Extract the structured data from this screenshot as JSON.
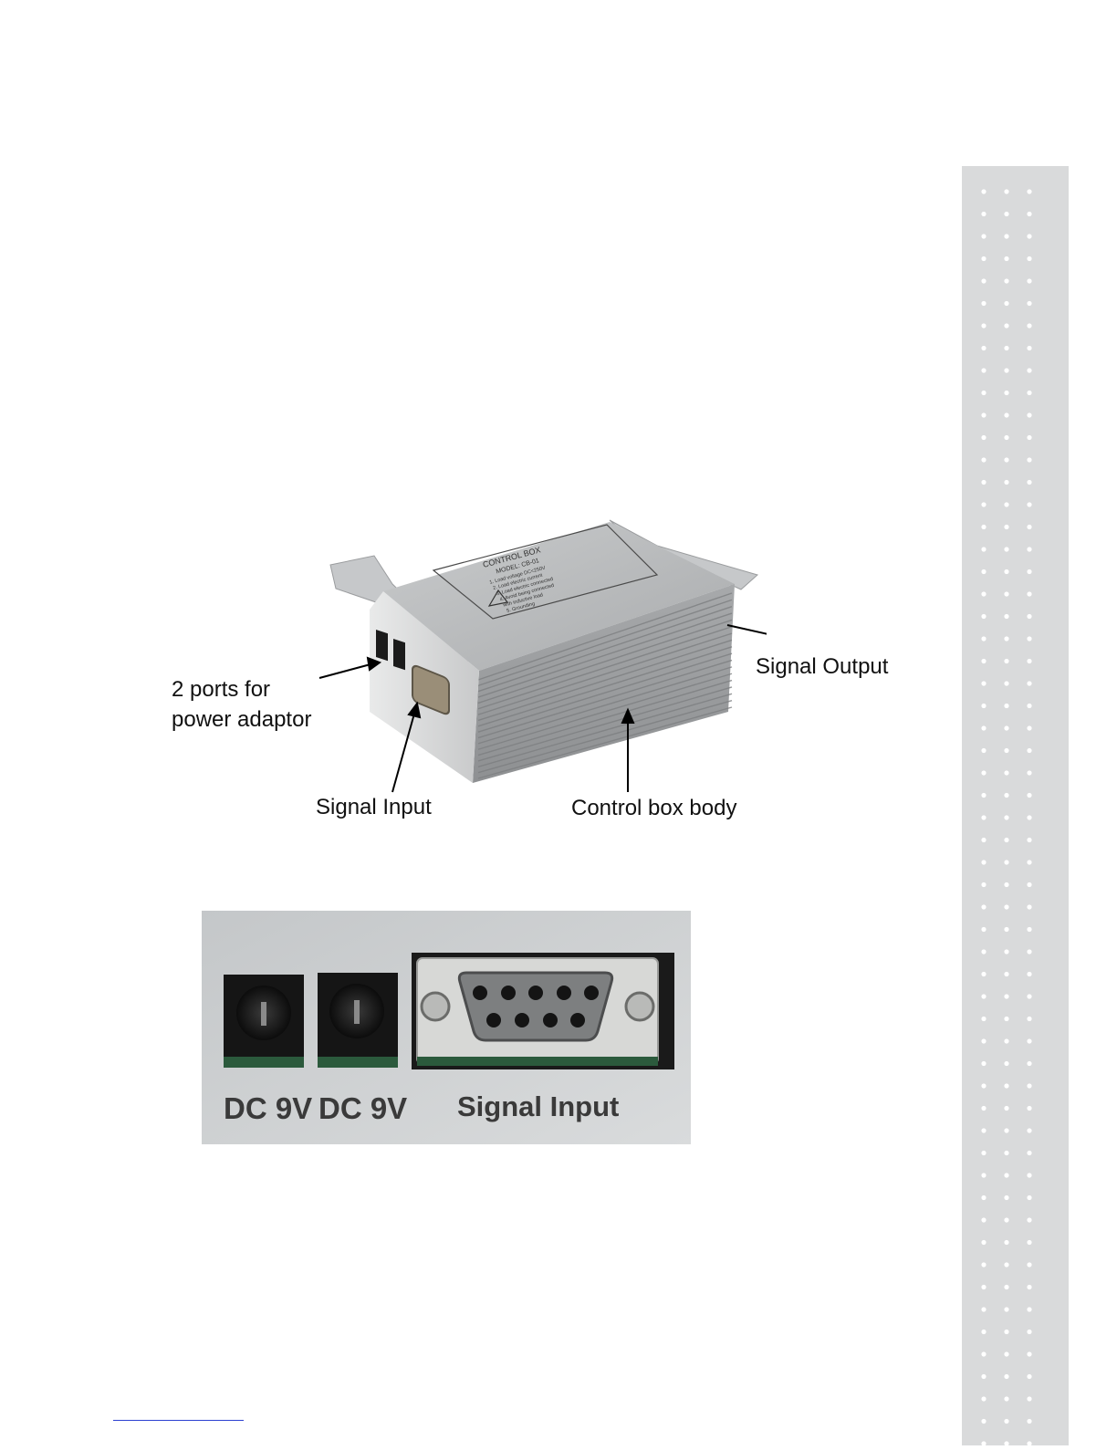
{
  "callouts": {
    "power_ports": [
      "2 ports for",
      "power adaptor"
    ],
    "signal_output": "Signal Output",
    "signal_input": "Signal Input",
    "control_box_body": "Control box body"
  },
  "device_label": {
    "title": "CONTROL BOX",
    "model": "MODEL: CB-01",
    "lines": [
      "1. Load voltage DC<250V",
      "2. Load electric current",
      "3. Load electric connected",
      "4. Avoid being connected",
      "   with inductive load",
      "5. Grounding"
    ]
  },
  "ports_closeup": {
    "labels": [
      "DC 9V",
      "DC 9V",
      "Signal Input"
    ]
  },
  "colors": {
    "side_strip": "#d9dadb",
    "side_dots": "#ffffff",
    "footer_rule": "#2b3fd0"
  }
}
